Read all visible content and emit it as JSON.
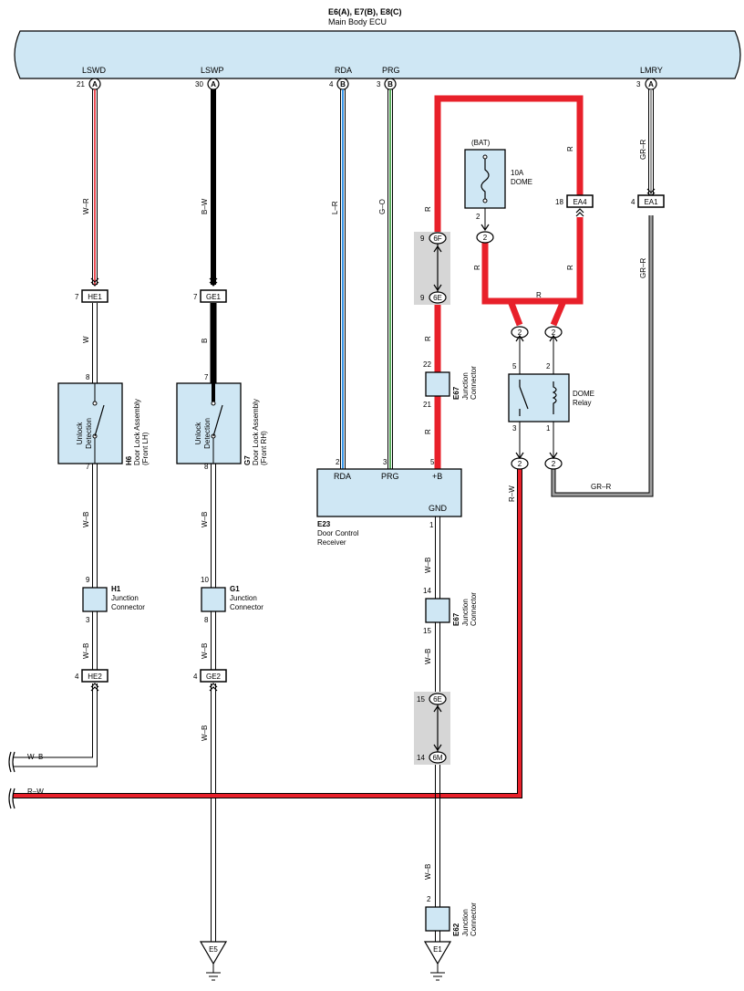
{
  "ecu": {
    "id": "E6(A), E7(B), E8(C)",
    "name": "Main Body ECU",
    "pins": [
      {
        "name": "LSWD",
        "num": "21",
        "conn": "A"
      },
      {
        "name": "LSWP",
        "num": "30",
        "conn": "A"
      },
      {
        "name": "RDA",
        "num": "4",
        "conn": "B"
      },
      {
        "name": "PRG",
        "num": "3",
        "conn": "B"
      },
      {
        "name": "LMRY",
        "num": "3",
        "conn": "A"
      }
    ]
  },
  "wire_colors": {
    "lswd": "W–R",
    "lswp": "B–W",
    "rda": "L–R",
    "prg": "G–O",
    "lmry": "GR–R",
    "lmry_lower": "GR–R",
    "lmry_bottom": "GR–R",
    "r1": "R",
    "r2": "R",
    "r3": "R",
    "r4": "R",
    "r5": "R",
    "r6": "R",
    "r7": "R",
    "w_h": "W",
    "b_g": "B",
    "wb1": "W–B",
    "wb2": "W–B",
    "wb3": "W–B",
    "wb4": "W–B",
    "wb5": "W–B",
    "wb6": "W–B",
    "wb7": "W–B",
    "wb8": "W–B",
    "wb9": "W–B",
    "rw_relay": "R–W",
    "wb_left": "W–B",
    "rw_left": "R–W"
  },
  "connectors": {
    "he1": {
      "label": "HE1",
      "pin": "7"
    },
    "ge1": {
      "label": "GE1",
      "pin": "7"
    },
    "he2": {
      "label": "HE2",
      "pin": "4"
    },
    "ge2": {
      "label": "GE2",
      "pin": "4"
    },
    "ea4": {
      "label": "EA4",
      "pin": "18"
    },
    "ea1": {
      "label": "EA1",
      "pin": "4"
    },
    "c6f": {
      "label": "6F",
      "pin": "9"
    },
    "c6e": {
      "label": "6E",
      "pin": "9"
    },
    "c6e2": {
      "label": "6E",
      "pin": "15"
    },
    "c6m": {
      "label": "6M",
      "pin": "14"
    }
  },
  "ovals": {
    "o1": "2",
    "o2": "2",
    "o3": "2",
    "o4": "2",
    "o5": "2"
  },
  "battery": {
    "label": "(BAT)",
    "fuse": "10A",
    "fuse_name": "DOME",
    "pin": "2"
  },
  "relay": {
    "name": "DOME",
    "name2": "Relay",
    "p5": "5",
    "p2": "2",
    "p3": "3",
    "p1": "1"
  },
  "h6": {
    "id": "H6",
    "name": "Door Lock Assembly",
    "sub": "(Front LH)",
    "inner1": "Unlock",
    "inner2": "Detection",
    "pin_top": "8",
    "pin_bot": "7"
  },
  "g7": {
    "id": "G7",
    "name": "Door Lock Assembly",
    "sub": "(Front RH)",
    "inner1": "Unlock",
    "inner2": "Detection",
    "pin_top": "7",
    "pin_bot": "8"
  },
  "h1": {
    "id": "H1",
    "name1": "Junction",
    "name2": "Connector",
    "pin_top": "9",
    "pin_bot": "3"
  },
  "g1": {
    "id": "G1",
    "name1": "Junction",
    "name2": "Connector",
    "pin_top": "10",
    "pin_bot": "8"
  },
  "e67a": {
    "id": "E67",
    "name1": "Junction",
    "name2": "Connector",
    "pin_top": "22",
    "pin_bot": "21"
  },
  "e67b": {
    "id": "E67",
    "name1": "Junction",
    "name2": "Connector",
    "pin_top": "14",
    "pin_bot": "15"
  },
  "e62": {
    "id": "E62",
    "name1": "Junction",
    "name2": "Connector",
    "pin_top": "2"
  },
  "e23": {
    "id": "E23",
    "name1": "Door Control",
    "name2": "Receiver",
    "rda": "RDA",
    "prg": "PRG",
    "b": "+B",
    "gnd": "GND",
    "pin_rda": "2",
    "pin_prg": "3",
    "pin_b": "5",
    "pin_gnd": "1"
  },
  "grounds": {
    "e5": "E5",
    "e1": "E1"
  },
  "colors": {
    "red": "#e8202a",
    "component_fill": "#cfe7f4",
    "bus_fill": "#cfe7f4",
    "blue": "#1e88e5",
    "green": "#43a047",
    "grey": "#9e9e9e",
    "splice_box": "#d6d6d6"
  }
}
